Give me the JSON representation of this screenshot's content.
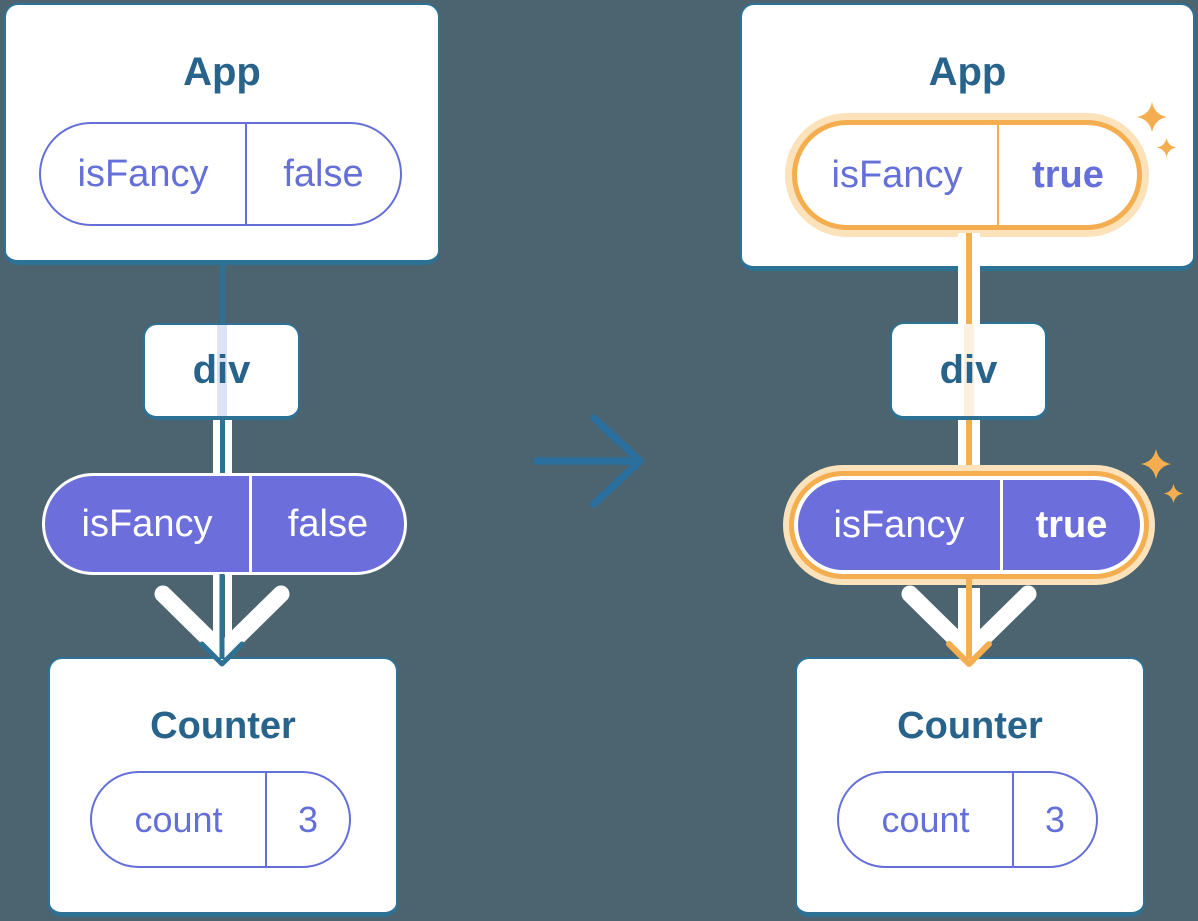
{
  "colors": {
    "background": "#4b6470",
    "teal_stroke": "#2d7195",
    "teal_arrow": "#2a6f9e",
    "heading_text": "#27638a",
    "purple_stroke": "#6470d8",
    "purple_fill": "#6b6edb",
    "orange": "#f4ad4f",
    "orange_glow": "#fbe2ba",
    "cream_line": "#faf0dd",
    "lavender_line": "#dce3f4",
    "white": "#ffffff"
  },
  "left_tree": {
    "app": {
      "title": "App",
      "prop_name": "isFancy",
      "prop_value": "false"
    },
    "div_label": "div",
    "passed_prop": {
      "name": "isFancy",
      "value": "false"
    },
    "counter": {
      "title": "Counter",
      "state_name": "count",
      "state_value": "3"
    }
  },
  "right_tree": {
    "app": {
      "title": "App",
      "prop_name": "isFancy",
      "prop_value": "true"
    },
    "div_label": "div",
    "passed_prop": {
      "name": "isFancy",
      "value": "true"
    },
    "counter": {
      "title": "Counter",
      "state_name": "count",
      "state_value": "3"
    }
  }
}
